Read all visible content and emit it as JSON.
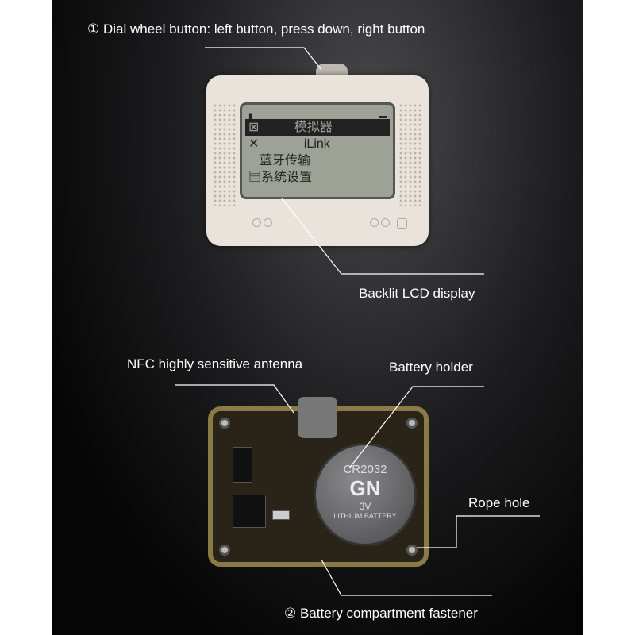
{
  "annotations": {
    "dial": "① Dial wheel button: left button, press down, right button",
    "lcd": "Backlit LCD display",
    "nfc": "NFC highly sensitive antenna",
    "battery_holder": "Battery holder",
    "rope_hole": "Rope hole",
    "fastener": "② Battery compartment fastener"
  },
  "screen": {
    "menu": [
      "模拟器",
      "iLink",
      "蓝牙传输",
      "系统设置"
    ],
    "selected_index": 0
  },
  "battery": {
    "model": "CR2032",
    "brand": "GN",
    "voltage": "3V",
    "type": "LITHIUM BATTERY"
  }
}
